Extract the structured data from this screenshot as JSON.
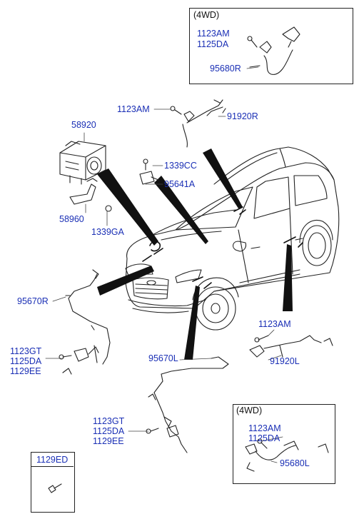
{
  "colors": {
    "part_label": "#1a2fb5",
    "box_title": "#111111",
    "line": "#222222"
  },
  "boxes": {
    "front_4wd": {
      "title": "(4WD)",
      "parts": [
        "1123AM",
        "1125DA",
        "95680R"
      ]
    },
    "rear_4wd": {
      "title": "(4WD)",
      "parts": [
        "1123AM",
        "1125DA",
        "95680L"
      ]
    },
    "bolt_box": {
      "title": "1129ED"
    }
  },
  "labels": {
    "p_1123AM_top": "1123AM",
    "p_91920R": "91920R",
    "p_58920": "58920",
    "p_1339CC": "1339CC",
    "p_95641A": "95641A",
    "p_58960": "58960",
    "p_1339GA": "1339GA",
    "p_95670R": "95670R",
    "left_group": [
      "1123GT",
      "1125DA",
      "1129EE"
    ],
    "p_1123AM_right": "1123AM",
    "p_91920L": "91920L",
    "p_95670L": "95670L",
    "center_group": [
      "1123GT",
      "1125DA",
      "1129EE"
    ]
  }
}
